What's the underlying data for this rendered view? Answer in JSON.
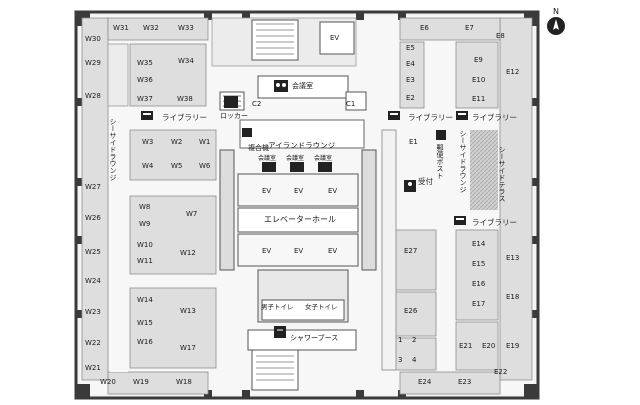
{
  "compass": {
    "label": "N"
  },
  "offices": {
    "west": [
      "W31",
      "W32",
      "W33",
      "W30",
      "W29",
      "W28",
      "W35",
      "W34",
      "W36",
      "W37",
      "W38",
      "W3",
      "W2",
      "W1",
      "W4",
      "W5",
      "W6",
      "W27",
      "W26",
      "W25",
      "W24",
      "W23",
      "W22",
      "W21",
      "W8",
      "W7",
      "W9",
      "W10",
      "W12",
      "W11",
      "W14",
      "W13",
      "W15",
      "W16",
      "W17",
      "W20",
      "W19",
      "W18"
    ],
    "east": [
      "E6",
      "E7",
      "E8",
      "E5",
      "E9",
      "E4",
      "E12",
      "E3",
      "E10",
      "E2",
      "E11",
      "E1",
      "E27",
      "E14",
      "E13",
      "E15",
      "E16",
      "E18",
      "E17",
      "E26",
      "E21",
      "E20",
      "E19",
      "E22",
      "E24",
      "E23"
    ],
    "small": [
      "1",
      "2",
      "3",
      "4"
    ]
  },
  "rooms": {
    "ev_top": "EV",
    "conference": "会議室",
    "c1": "C1",
    "c2": "C2",
    "locker": "ロッカー",
    "library_west": "ライブラリー",
    "library_east1": "ライブラリー",
    "library_east2": "ライブラリー",
    "library_east3": "ライブラリー",
    "multifunction": "複合機",
    "island_lounge": "アイランドラウンジ",
    "meeting_a": "会議室",
    "meeting_b": "会議室",
    "meeting_c": "会議室",
    "ev": [
      "EV",
      "EV",
      "EV",
      "EV",
      "EV",
      "EV"
    ],
    "elevator_hall": "エレベーターホール",
    "mail_post": "郵便ポスト",
    "reception": "受付",
    "seaside_lounge_w": "シーサイドラウンジ",
    "seaside_lounge_e": "シーサイドラウンジ",
    "seaside_terrace": "シーサイドテラス",
    "restroom_m": "男子トイレ",
    "restroom_f": "女子トイレ",
    "shower": "シャワーブース"
  }
}
